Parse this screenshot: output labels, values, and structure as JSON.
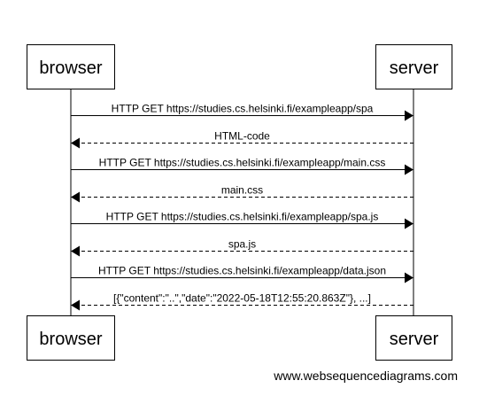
{
  "participants": {
    "browser": "browser",
    "server": "server"
  },
  "messages": [
    {
      "from": "browser",
      "to": "server",
      "style": "solid",
      "label": "HTTP GET https://studies.cs.helsinki.fi/exampleapp/spa"
    },
    {
      "from": "server",
      "to": "browser",
      "style": "dashed",
      "label": "HTML-code"
    },
    {
      "from": "browser",
      "to": "server",
      "style": "solid",
      "label": "HTTP GET https://studies.cs.helsinki.fi/exampleapp/main.css"
    },
    {
      "from": "server",
      "to": "browser",
      "style": "dashed",
      "label": "main.css"
    },
    {
      "from": "browser",
      "to": "server",
      "style": "solid",
      "label": "HTTP GET https://studies.cs.helsinki.fi/exampleapp/spa.js"
    },
    {
      "from": "server",
      "to": "browser",
      "style": "dashed",
      "label": "spa.js"
    },
    {
      "from": "browser",
      "to": "server",
      "style": "solid",
      "label": "HTTP GET https://studies.cs.helsinki.fi/exampleapp/data.json"
    },
    {
      "from": "server",
      "to": "browser",
      "style": "dashed",
      "label": "[{\"content\":\"..\",\"date\":\"2022-05-18T12:55:20.863Z\"}, ...]"
    }
  ],
  "watermark": "www.websequencediagrams.com"
}
